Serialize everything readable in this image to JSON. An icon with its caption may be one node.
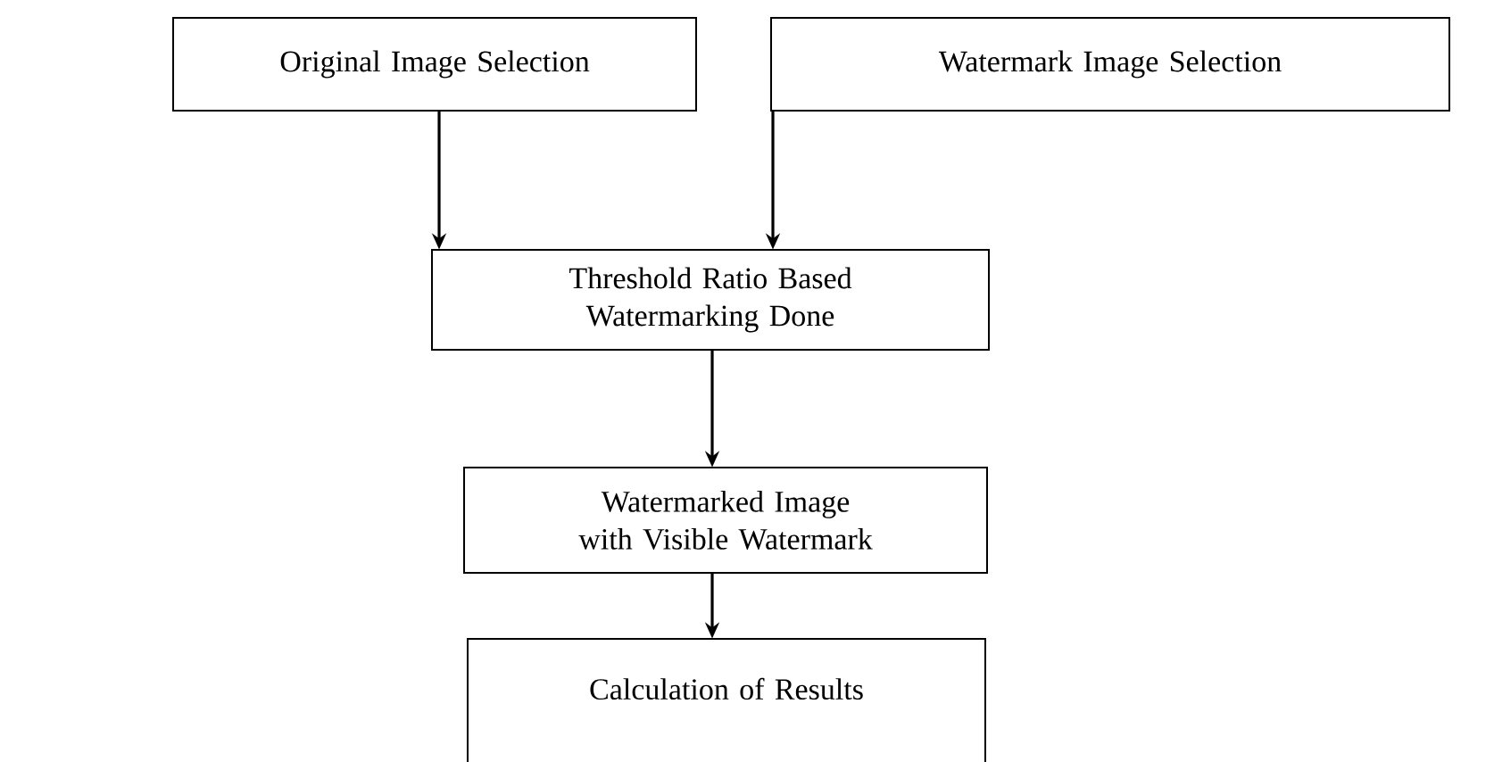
{
  "diagram": {
    "nodes": [
      {
        "text": [
          "Original Image Selection"
        ]
      },
      {
        "text": [
          "Watermark Image Selection"
        ]
      },
      {
        "text": [
          "Threshold Ratio Based Watermarking Done"
        ]
      },
      {
        "text": [
          "Watermarked Image with Visible Watermark"
        ]
      },
      {
        "text": [
          "Calculation of Results"
        ]
      }
    ],
    "edges": [
      {
        "from": 0,
        "to": 2,
        "arrow": "to"
      },
      {
        "from": 1,
        "to": 2,
        "arrow": "to"
      },
      {
        "from": 2,
        "to": 3,
        "arrow": "to"
      },
      {
        "from": 3,
        "to": 4,
        "arrow": "to"
      }
    ]
  }
}
